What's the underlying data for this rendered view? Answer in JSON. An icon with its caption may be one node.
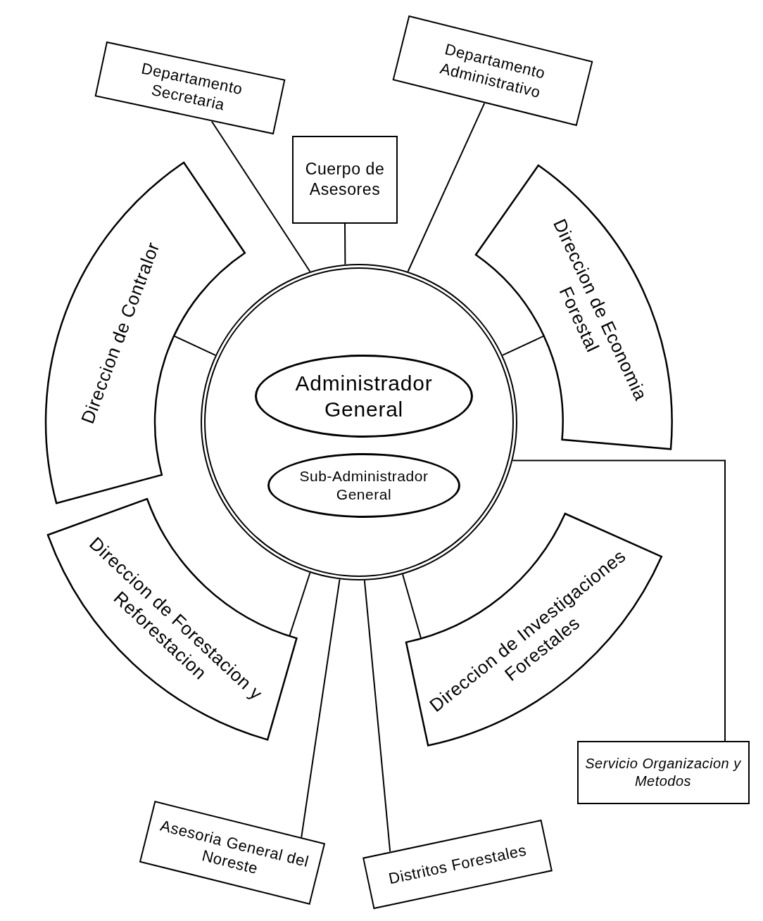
{
  "diagram": {
    "nodes": [
      {
        "text": [],
        "shape": "circle"
      },
      {
        "text": [
          "Administrador General"
        ],
        "in": 0
      },
      {
        "text": [
          "Sub-Administrador General"
        ],
        "in": 0
      },
      {
        "text": [
          "Departamento Secretaria"
        ]
      },
      {
        "text": [
          "Departamento Administrativo"
        ]
      },
      {
        "text": [
          "Cuerpo de Asesores"
        ]
      },
      {
        "text": [
          "Direccion de Contralor"
        ]
      },
      {
        "text": [
          "Direccion de Economia Forestal"
        ]
      },
      {
        "text": [
          "Direccion de Forestacion y Reforestacion"
        ]
      },
      {
        "text": [
          "Direccion de Investigaciones Forestales"
        ]
      },
      {
        "text": [
          "Servicio Organizacion y Metodos"
        ]
      },
      {
        "text": [
          "Asesoria General del Noreste"
        ]
      },
      {
        "text": [
          "Distritos Forestales"
        ]
      }
    ],
    "edges": [
      {
        "from": 0,
        "to": 3,
        "arrow": "none"
      },
      {
        "from": 0,
        "to": 4,
        "arrow": "none"
      },
      {
        "from": 0,
        "to": 5,
        "arrow": "none"
      },
      {
        "from": 0,
        "to": 6,
        "arrow": "none"
      },
      {
        "from": 0,
        "to": 7,
        "arrow": "none"
      },
      {
        "from": 0,
        "to": 8,
        "arrow": "none"
      },
      {
        "from": 0,
        "to": 9,
        "arrow": "none"
      },
      {
        "from": 0,
        "to": 10,
        "arrow": "none"
      },
      {
        "from": 0,
        "to": 11,
        "arrow": "none"
      },
      {
        "from": 0,
        "to": 12,
        "arrow": "none"
      }
    ]
  }
}
